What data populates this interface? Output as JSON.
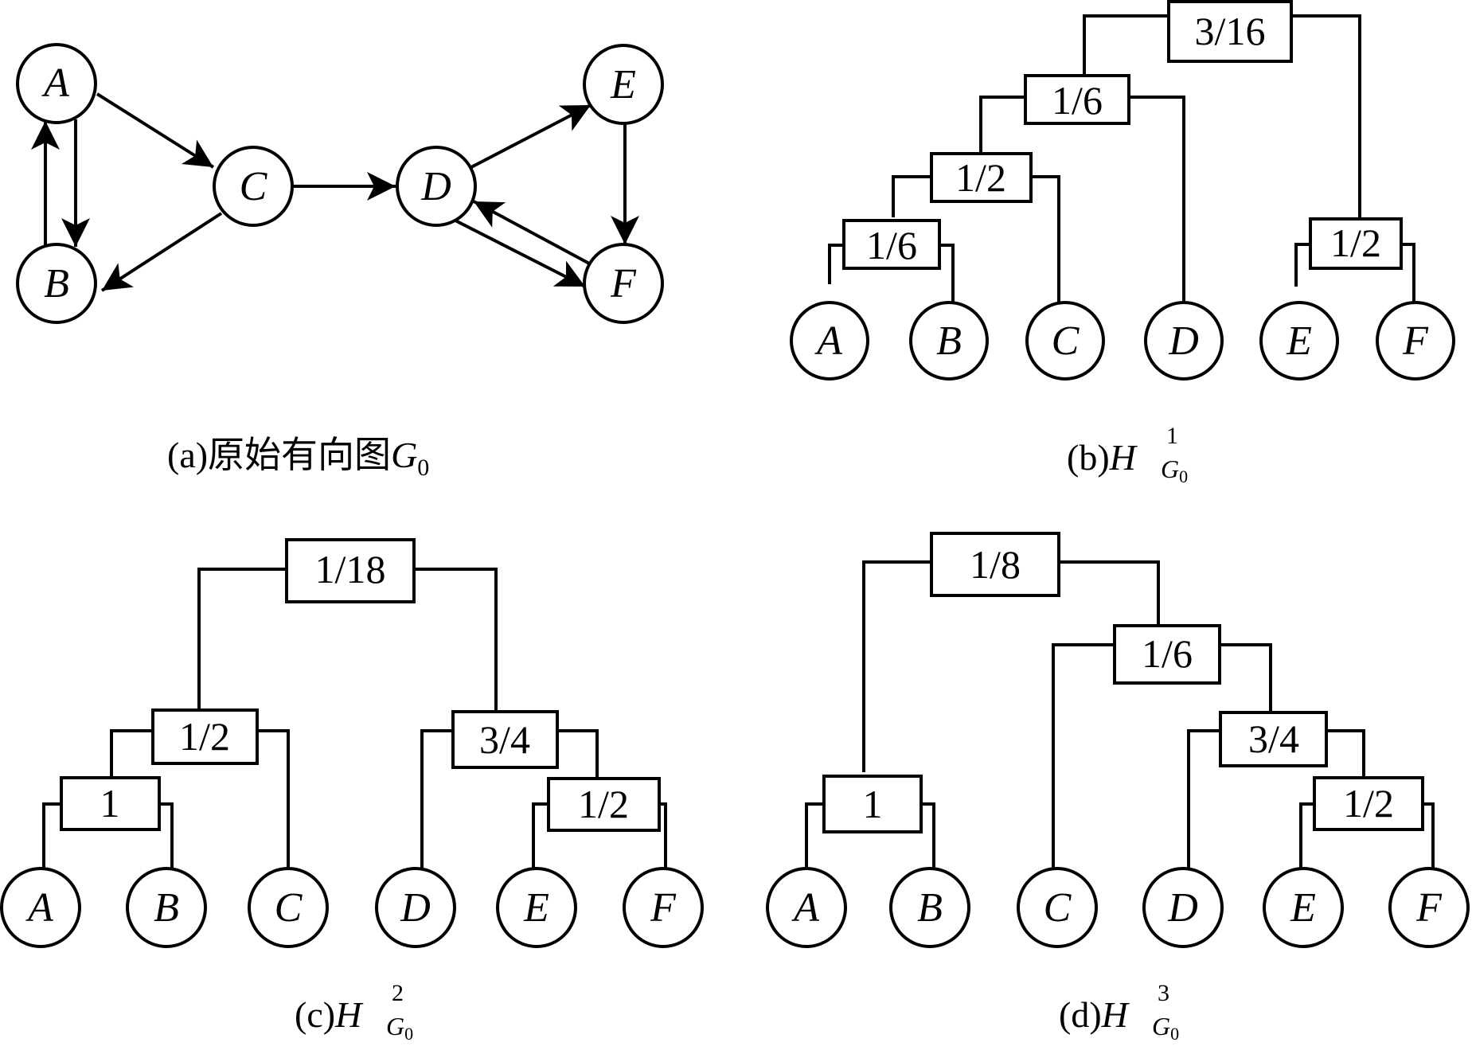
{
  "panels": {
    "a": {
      "caption_prefix": "(a)原始有向图",
      "caption_var": "G",
      "caption_sub": "0",
      "nodes": {
        "A": "A",
        "B": "B",
        "C": "C",
        "D": "D",
        "E": "E",
        "F": "F"
      },
      "edges": [
        [
          "A",
          "C"
        ],
        [
          "A",
          "B"
        ],
        [
          "B",
          "A"
        ],
        [
          "C",
          "B"
        ],
        [
          "C",
          "D"
        ],
        [
          "D",
          "E"
        ],
        [
          "E",
          "F"
        ],
        [
          "D",
          "F"
        ],
        [
          "F",
          "D"
        ]
      ]
    },
    "b": {
      "caption_prefix": "(b)",
      "caption_var": "H",
      "caption_sup": "1",
      "caption_sub_var": "G",
      "caption_sub_sub": "0",
      "leaves": [
        "A",
        "B",
        "C",
        "D",
        "E",
        "F"
      ],
      "boxes": {
        "root": "3/16",
        "n1": "1/6",
        "n2": "1/2",
        "n3": "1/6",
        "n4": "1/2"
      },
      "structure": "(((((A,B)1/6,C)1/2,D)1/6),(E,F)1/2)3/16"
    },
    "c": {
      "caption_prefix": "(c)",
      "caption_var": "H",
      "caption_sup": "2",
      "caption_sub_var": "G",
      "caption_sub_sub": "0",
      "leaves": [
        "A",
        "B",
        "C",
        "D",
        "E",
        "F"
      ],
      "boxes": {
        "root": "1/18",
        "l1": "1/2",
        "l2": "1",
        "r1": "3/4",
        "r2": "1/2"
      },
      "structure": "(((A,B)1,C)1/2,(D,(E,F)1/2)3/4)1/18"
    },
    "d": {
      "caption_prefix": "(d)",
      "caption_var": "H",
      "caption_sup": "3",
      "caption_sub_var": "G",
      "caption_sub_sub": "0",
      "leaves": [
        "A",
        "B",
        "C",
        "D",
        "E",
        "F"
      ],
      "boxes": {
        "root": "1/8",
        "n1": "1",
        "n2": "1/6",
        "n3": "3/4",
        "n4": "1/2"
      },
      "structure": "((A,B)1,(C,(D,(E,F)1/2)3/4)1/6)1/8"
    }
  }
}
